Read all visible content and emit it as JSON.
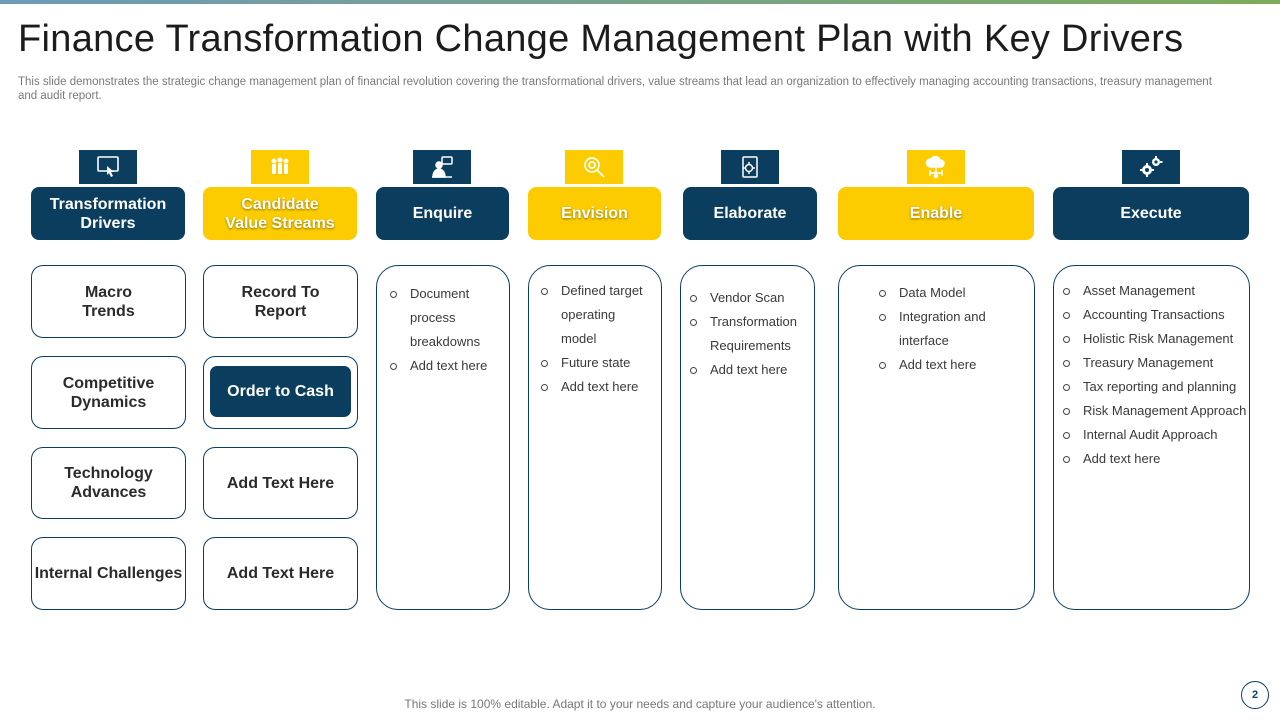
{
  "title": "Finance Transformation  Change Management  Plan with Key Drivers",
  "subtitle": "This slide demonstrates the strategic change management plan of financial revolution covering the transformational drivers, value streams that lead an organization to   effectively managing accounting transactions, treasury management and audit report.",
  "colors": {
    "navy": "#0b3e5e",
    "yellow": "#fccb00"
  },
  "headers": [
    {
      "label": "Transformation Drivers",
      "color": "navy",
      "icon": "touch-screen-icon"
    },
    {
      "label": "Candidate Value Streams",
      "color": "yellow",
      "icon": "team-people-icon"
    },
    {
      "label": "Enquire",
      "color": "navy",
      "icon": "person-chat-icon"
    },
    {
      "label": "Envision",
      "color": "yellow",
      "icon": "magnifier-target-icon"
    },
    {
      "label": "Elaborate",
      "color": "navy",
      "icon": "document-gear-icon"
    },
    {
      "label": "Enable",
      "color": "yellow",
      "icon": "cloud-network-icon"
    },
    {
      "label": "Execute",
      "color": "navy",
      "icon": "gears-icon"
    }
  ],
  "drivers": [
    "Macro Trends",
    "Competitive Dynamics",
    "Technology Advances",
    "Internal Challenges"
  ],
  "streams": [
    "Record To Report",
    "Order to Cash",
    "Add Text Here",
    "Add Text Here"
  ],
  "enquire": [
    "Document process breakdowns",
    "Add text here"
  ],
  "envision": [
    "Defined target operating model",
    "Future state",
    "Add text here"
  ],
  "elaborate": [
    "Vendor Scan",
    "Transformation Requirements",
    "Add text here"
  ],
  "enable": [
    "Data Model",
    "Integration and interface",
    "Add text here"
  ],
  "execute": [
    "Asset Management",
    "Accounting Transactions",
    "Holistic Risk Management",
    "Treasury  Management",
    "Tax reporting and planning",
    "Risk Management Approach",
    "Internal  Audit Approach",
    "Add text here"
  ],
  "footer": "This slide is 100% editable. Adapt it to your needs and capture your audience's attention.",
  "page_number": "2"
}
